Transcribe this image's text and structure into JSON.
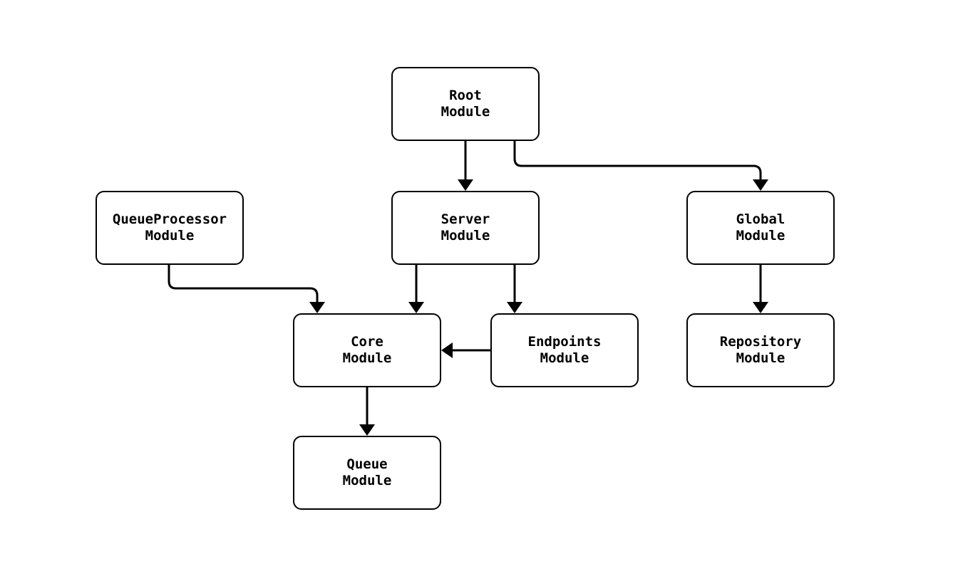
{
  "diagram": {
    "type": "flowchart",
    "background_color": "#ffffff",
    "stroke_color": "#000000",
    "nodes": [
      {
        "id": "root",
        "line1": "Root",
        "line2": "Module"
      },
      {
        "id": "queueprocessor",
        "line1": "QueueProcessor",
        "line2": "Module"
      },
      {
        "id": "server",
        "line1": "Server",
        "line2": "Module"
      },
      {
        "id": "global",
        "line1": "Global",
        "line2": "Module"
      },
      {
        "id": "core",
        "line1": "Core",
        "line2": "Module"
      },
      {
        "id": "endpoints",
        "line1": "Endpoints",
        "line2": "Module"
      },
      {
        "id": "repository",
        "line1": "Repository",
        "line2": "Module"
      },
      {
        "id": "queue",
        "line1": "Queue",
        "line2": "Module"
      }
    ],
    "edges": [
      {
        "from": "root",
        "to": "server"
      },
      {
        "from": "root",
        "to": "global"
      },
      {
        "from": "queueprocessor",
        "to": "core"
      },
      {
        "from": "server",
        "to": "core"
      },
      {
        "from": "server",
        "to": "endpoints"
      },
      {
        "from": "endpoints",
        "to": "core"
      },
      {
        "from": "core",
        "to": "queue"
      },
      {
        "from": "global",
        "to": "repository"
      }
    ]
  }
}
